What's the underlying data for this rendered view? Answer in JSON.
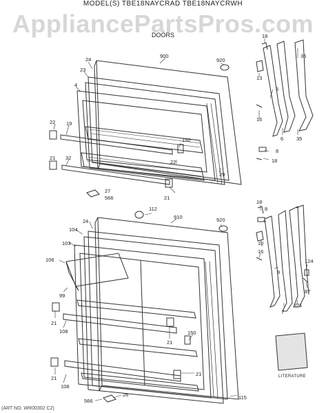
{
  "header": {
    "model_text": "MODEL(S) TBE18NAYCRAD  TBE18NAYCRWH"
  },
  "watermark": {
    "text": "AppliancePartsPros.com"
  },
  "section_title": "DOORS",
  "bottom_note": "(ART NO. WR00302 C2)",
  "literature_label": "LITERATURE",
  "callouts": {
    "top": [
      "900",
      "920",
      "24",
      "23",
      "4",
      "22",
      "19",
      "32",
      "21",
      "27",
      "566",
      "150",
      "22",
      "29",
      "21",
      "18",
      "13",
      "5",
      "16",
      "6",
      "35",
      "35",
      "8",
      "18"
    ],
    "bottom": [
      "112",
      "910",
      "920",
      "24",
      "104",
      "103",
      "106",
      "99",
      "21",
      "108",
      "21",
      "108",
      "21",
      "150",
      "21",
      "115",
      "26",
      "566",
      "18",
      "8",
      "10",
      "16",
      "9",
      "7",
      "121",
      "124",
      "87"
    ]
  },
  "colors": {
    "line": "#333333",
    "watermark": "#969696"
  }
}
